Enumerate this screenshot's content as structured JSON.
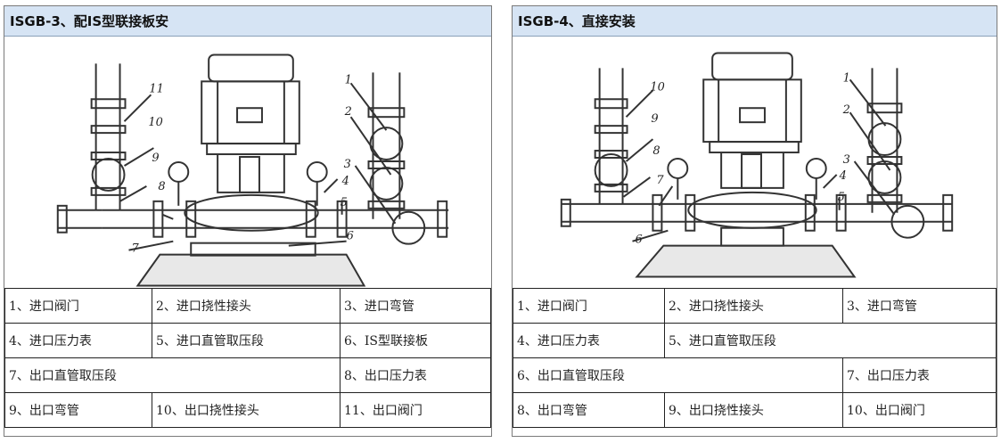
{
  "panels": [
    {
      "title": "ISGB-3、配IS型联接板安",
      "diagram": {
        "numbers": [
          "1",
          "2",
          "3",
          "4",
          "5",
          "6",
          "7",
          "8",
          "9",
          "10",
          "11"
        ]
      },
      "rows": [
        [
          "1、进口阀门",
          "2、进口挠性接头",
          "3、进口弯管"
        ],
        [
          "4、进口压力表",
          "5、进口直管取压段",
          "6、IS型联接板"
        ],
        [
          "7、出口直管取压段",
          "",
          "8、出口压力表"
        ],
        [
          "9、出口弯管",
          "10、出口挠性接头",
          "11、出口阀门"
        ]
      ]
    },
    {
      "title": "ISGB-4、直接安装",
      "diagram": {
        "numbers": [
          "1",
          "2",
          "3",
          "4",
          "5",
          "6",
          "7",
          "8",
          "9",
          "10"
        ]
      },
      "rows": [
        [
          "1、进口阀门",
          "2、进口挠性接头",
          "3、进口弯管"
        ],
        [
          "4、进口压力表",
          "5、进口直管取压段",
          ""
        ],
        [
          "6、出口直管取压段",
          "",
          "7、出口压力表"
        ],
        [
          "8、出口弯管",
          "9、出口挠性接头",
          "10、出口阀门"
        ]
      ]
    }
  ]
}
